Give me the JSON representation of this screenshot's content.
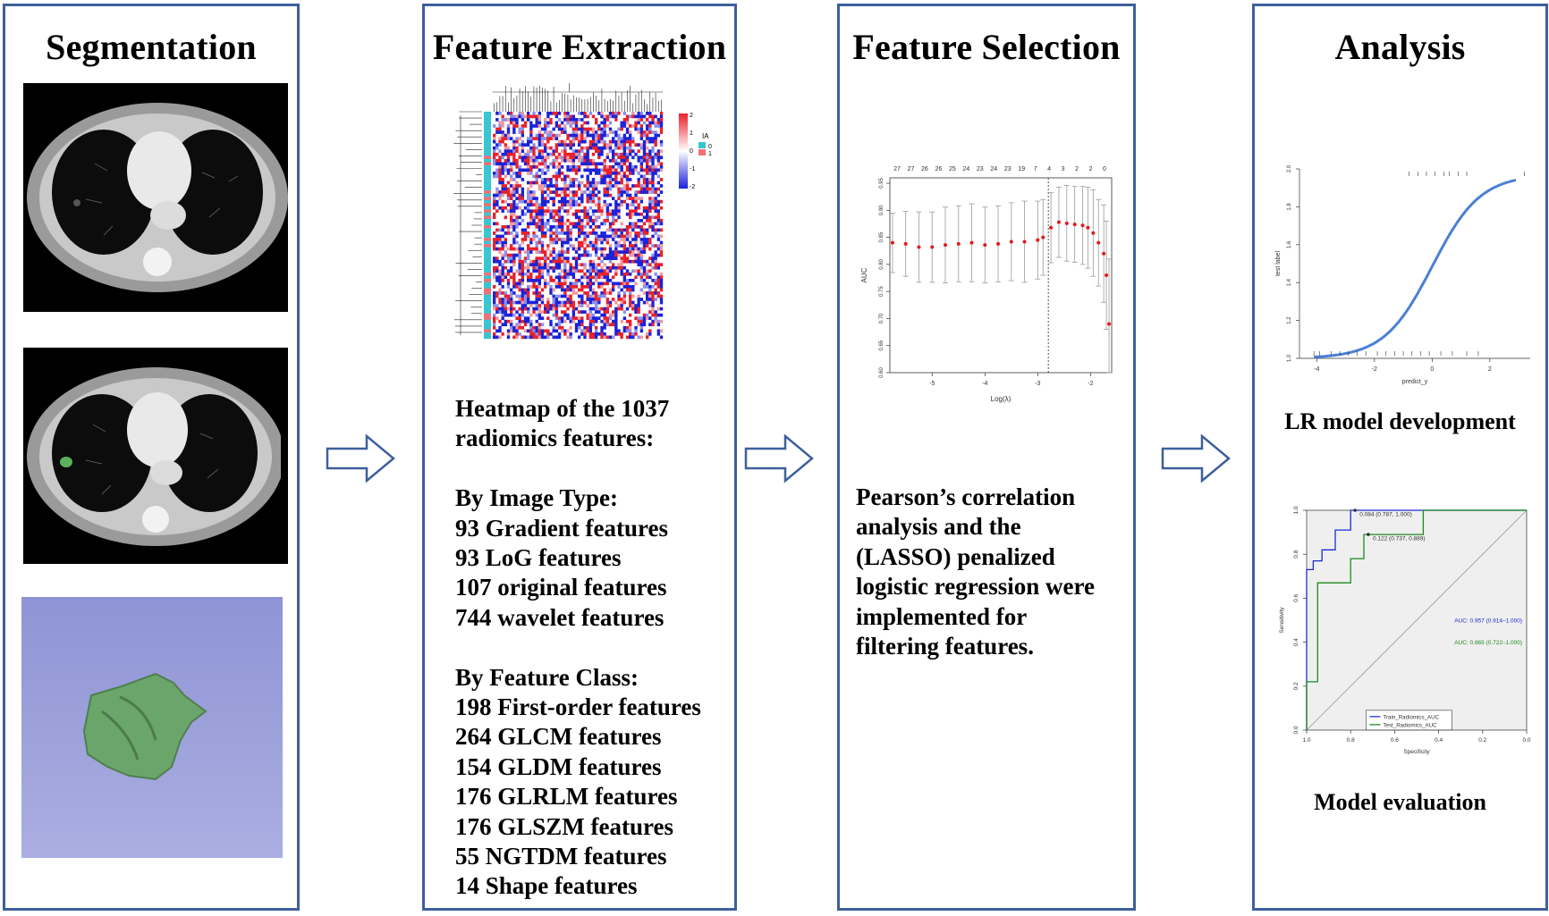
{
  "panels": {
    "segmentation": {
      "title": "Segmentation"
    },
    "extraction": {
      "title": "Feature Extraction",
      "heatmap_legend": {
        "scale_labels": [
          "2",
          "1",
          "0",
          "-1",
          "-2"
        ],
        "group_title": "IA",
        "group_levels": [
          "0",
          "1"
        ],
        "colors": {
          "high": "#e8202a",
          "low": "#1a22d8",
          "mid": "#ffffff",
          "group0": "#36c6d3",
          "group1": "#f07077"
        }
      },
      "text_lines": [
        "Heatmap of the 1037",
        "radiomics features:",
        "",
        "By Image Type:",
        "93 Gradient features",
        "93 LoG features",
        "107 original features",
        "744 wavelet features",
        "",
        "By Feature Class:",
        "198 First-order features",
        "264 GLCM features",
        "154 GLDM features",
        "176 GLRLM features",
        "176 GLSZM features",
        "55 NGTDM features",
        "14 Shape features"
      ]
    },
    "selection": {
      "title": "Feature Selection",
      "text_lines": [
        "Pearson’s correlation",
        "analysis and the",
        "(LASSO) penalized",
        "logistic regression were",
        "implemented for",
        "filtering features."
      ]
    },
    "analysis": {
      "title": "Analysis",
      "caption_lr": "LR model development",
      "caption_eval": "Model evaluation"
    }
  },
  "chart_data": [
    {
      "type": "line",
      "name_hint": "lasso-cv",
      "xlabel": "Log(λ)",
      "ylabel": "AUC",
      "x_ticks": [
        -5,
        -4,
        -3,
        -2
      ],
      "y_ticks": [
        0.6,
        0.65,
        0.7,
        0.75,
        0.8,
        0.85,
        0.9,
        0.95
      ],
      "top_ticks": [
        "27",
        "27",
        "26",
        "26",
        "25",
        "24",
        "23",
        "24",
        "23",
        "19",
        "7",
        "4",
        "3",
        "2",
        "2",
        "0"
      ],
      "xlim": [
        -5.8,
        -1.6
      ],
      "ylim": [
        0.6,
        0.96
      ],
      "x": [
        -5.75,
        -5.5,
        -5.25,
        -5.0,
        -4.75,
        -4.5,
        -4.25,
        -4.0,
        -3.75,
        -3.5,
        -3.25,
        -3.0,
        -2.9,
        -2.75,
        -2.6,
        -2.45,
        -2.3,
        -2.15,
        -2.05,
        -1.95,
        -1.85,
        -1.75,
        -1.7,
        -1.65
      ],
      "y": [
        0.84,
        0.838,
        0.832,
        0.832,
        0.836,
        0.838,
        0.84,
        0.836,
        0.838,
        0.842,
        0.842,
        0.845,
        0.85,
        0.868,
        0.878,
        0.876,
        0.874,
        0.872,
        0.868,
        0.858,
        0.84,
        0.82,
        0.78,
        0.69
      ],
      "err": [
        0.055,
        0.06,
        0.065,
        0.065,
        0.07,
        0.07,
        0.072,
        0.07,
        0.07,
        0.072,
        0.075,
        0.072,
        0.07,
        0.065,
        0.065,
        0.07,
        0.07,
        0.072,
        0.075,
        0.08,
        0.08,
        0.09,
        0.1,
        0.12
      ],
      "vline_x": -2.8
    },
    {
      "type": "line",
      "name_hint": "logistic-fit",
      "xlabel": "predict_y",
      "ylabel": "test label",
      "x_ticks": [
        -4,
        -2,
        0,
        2
      ],
      "y_ticks": [
        1.0,
        1.2,
        1.4,
        1.6,
        1.8,
        2.0
      ],
      "xlim": [
        -4.6,
        3.4
      ],
      "ylim": [
        1.0,
        2.0
      ],
      "curve_center": 0.0,
      "curve_slope": 1.2,
      "rug_top_x": [
        -0.8,
        -0.5,
        -0.2,
        0.1,
        0.4,
        0.6,
        0.9,
        1.2,
        3.2
      ],
      "rug_bottom_x": [
        -4.1,
        -3.9,
        -3.5,
        -3.2,
        -2.9,
        -2.6,
        -2.3,
        -1.9,
        -1.6,
        -1.3,
        -1.0,
        -0.7,
        -0.4,
        -0.1,
        0.3,
        0.7,
        1.2,
        1.6
      ]
    },
    {
      "type": "line",
      "name_hint": "roc",
      "xlabel": "Specificity",
      "ylabel": "Sensitivity",
      "x_ticks": [
        1.0,
        0.8,
        0.6,
        0.4,
        0.2,
        0.0
      ],
      "y_ticks": [
        0.0,
        0.2,
        0.4,
        0.6,
        0.8,
        1.0
      ],
      "xlim": [
        1.0,
        0.0
      ],
      "ylim": [
        0.0,
        1.0
      ],
      "series": [
        {
          "name": "Train_Radiomics_AUC",
          "color": "#1f2bd0",
          "x": [
            1.0,
            1.0,
            0.97,
            0.97,
            0.93,
            0.93,
            0.87,
            0.87,
            0.8,
            0.8,
            0.0
          ],
          "y": [
            0.0,
            0.73,
            0.73,
            0.77,
            0.77,
            0.82,
            0.82,
            0.91,
            0.91,
            1.0,
            1.0
          ],
          "point_label": "0.084 (0.787, 1.000)",
          "auc_label": "AUC: 0.957 (0.914–1.000)"
        },
        {
          "name": "Test_Radiomics_AUC",
          "color": "#1f8a1f",
          "x": [
            1.0,
            1.0,
            0.95,
            0.95,
            0.8,
            0.8,
            0.74,
            0.74,
            0.47,
            0.47,
            0.0
          ],
          "y": [
            0.0,
            0.22,
            0.22,
            0.67,
            0.67,
            0.78,
            0.78,
            0.89,
            0.89,
            1.0,
            1.0
          ],
          "point_label": "0.122 (0.737, 0.889)",
          "auc_label": "AUC: 0.865 (0.722–1.000)"
        }
      ]
    }
  ]
}
